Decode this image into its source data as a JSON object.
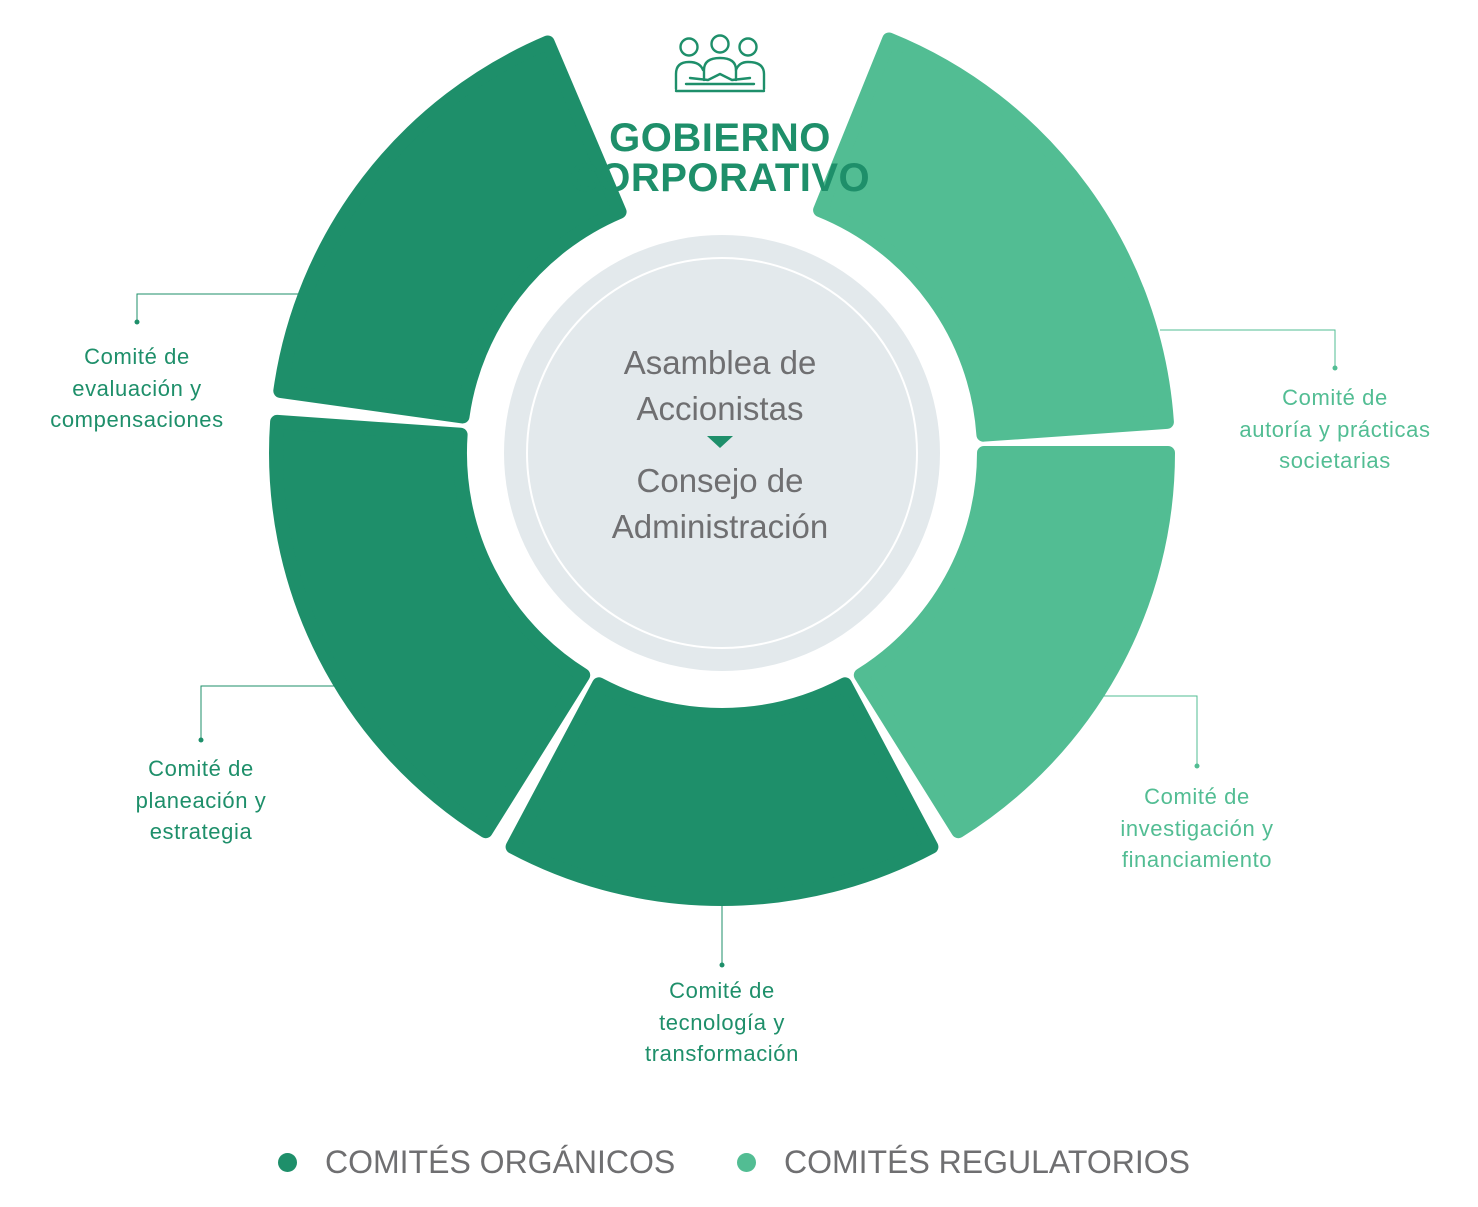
{
  "title": {
    "line1": "GOBIERNO",
    "line2": "CORPORATIVO"
  },
  "icon": "meeting-people-icon",
  "center": {
    "top_line1": "Asamblea de",
    "top_line2": "Accionistas",
    "bottom_line1": "Consejo de",
    "bottom_line2": "Administración"
  },
  "committees": [
    {
      "lines": [
        "Comité de",
        "evaluación y",
        "compensaciones"
      ],
      "type": "organico"
    },
    {
      "lines": [
        "Comité de",
        "planeación y",
        "estrategia"
      ],
      "type": "organico"
    },
    {
      "lines": [
        "Comité de",
        "tecnología y",
        "transformación"
      ],
      "type": "organico"
    },
    {
      "lines": [
        "Comité de",
        "investigación y",
        "financiamiento"
      ],
      "type": "regulatorio"
    },
    {
      "lines": [
        "Comité de",
        "autoría y prácticas",
        "societarias"
      ],
      "type": "regulatorio"
    }
  ],
  "legend": {
    "organicos": "COMITÉS ORGÁNICOS",
    "regulatorios": "COMITÉS REGULATORIOS"
  },
  "colors": {
    "organico": "#1e8f6a",
    "regulatorio": "#52bd93",
    "center_circle": "#e3e9ec",
    "text_gray": "#6f6f71"
  }
}
